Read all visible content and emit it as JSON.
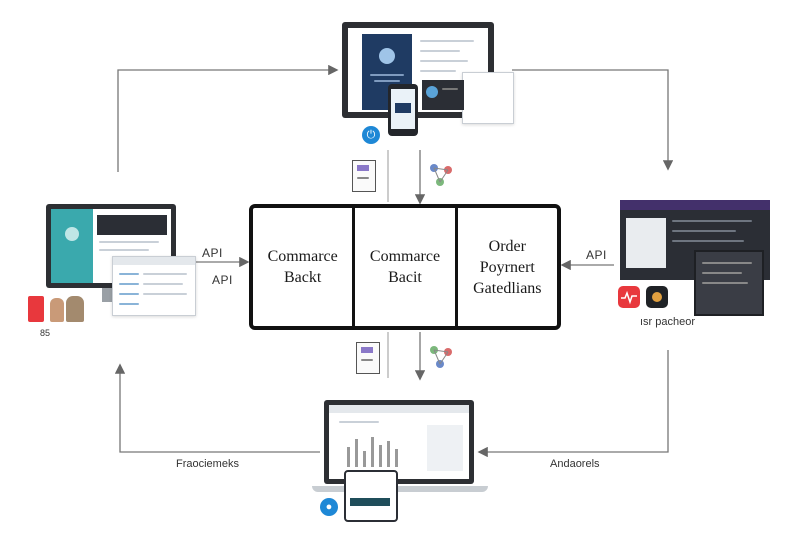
{
  "core": {
    "cell1": [
      "Commarce",
      "Backt"
    ],
    "cell2": [
      "Commarce",
      "Bacit"
    ],
    "cell3": [
      "Order",
      "Poyrnert",
      "Gatedlians"
    ]
  },
  "labels": {
    "api_left_1": "API",
    "api_left_2": "API",
    "api_right": "API",
    "bottom_left": "Fraociemeks",
    "bottom_right": "Andaorels",
    "right_caption": "ısr pacheor",
    "left_caption": "85"
  },
  "colors": {
    "line": "#666666",
    "core_border": "#111111",
    "accent_teal": "#3aa9ad",
    "accent_blue": "#1e88d6",
    "dark_ui": "#2b2e35",
    "brand_red": "#e8383d"
  },
  "icons": {
    "top_device_badge": "power-icon",
    "bottom_device_badge": "water-drop-icon",
    "doc_icon": "document-icon",
    "network_icon": "network-nodes-icon"
  }
}
